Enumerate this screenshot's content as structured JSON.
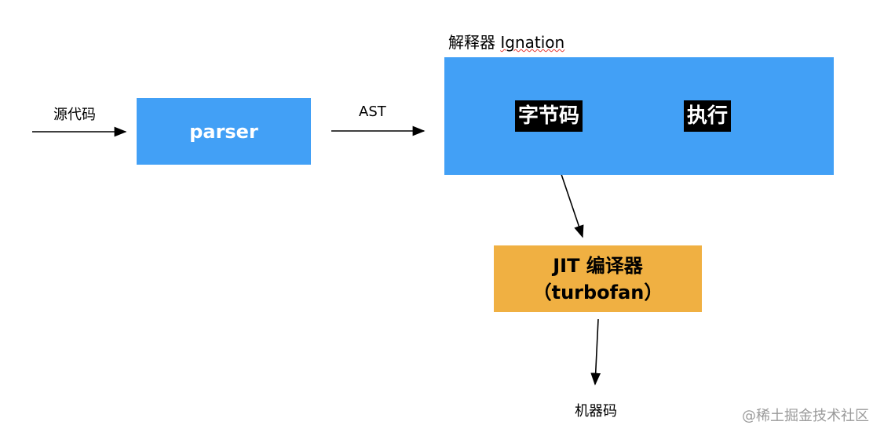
{
  "diagram": {
    "source_label": "源代码",
    "parser_label": "parser",
    "ast_label": "AST",
    "interpreter": {
      "title_prefix": "解释器",
      "title_name": "Ignation",
      "bytecode_label": "字节码",
      "execute_label": "执行"
    },
    "jit": {
      "line1": "JIT 编译器",
      "line2": "（turbofan）"
    },
    "machine_code_label": "机器码"
  },
  "watermark": "@稀土掘金技术社区",
  "colors": {
    "blue_box": "#42a0f6",
    "orange_box": "#f0b042",
    "chip_bg": "#000000",
    "spell_underline": "#e53935"
  }
}
